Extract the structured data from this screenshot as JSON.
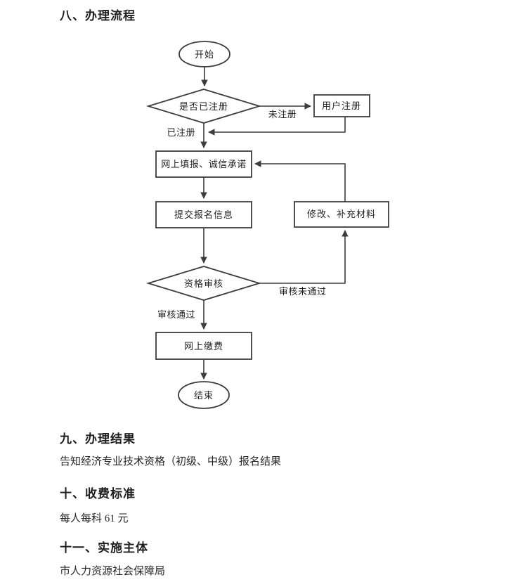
{
  "sections": {
    "s8_title": "八、办理流程",
    "s9_title": "九、办理结果",
    "s9_body": "告知经济专业技术资格（初级、中级）报名结果",
    "s10_title": "十、收费标准",
    "s10_body": "每人每科 61 元",
    "s11_title": "十一、实施主体",
    "s11_body": "市人力资源社会保障局"
  },
  "flowchart": {
    "nodes": {
      "start": "开始",
      "registered_check": "是否已注册",
      "user_register": "用户注册",
      "online_fill": "网上填报、诚信承诺",
      "submit_info": "提交报名信息",
      "modify_materials": "修改、补充材料",
      "qualification_review": "资格审核",
      "online_payment": "网上缴费",
      "end": "结束"
    },
    "edge_labels": {
      "not_registered": "未注册",
      "registered": "已注册",
      "review_failed": "审核未通过",
      "review_passed": "审核通过"
    }
  },
  "colors": {
    "line": "#3c3c3c",
    "text": "#1f1f1f",
    "background": "#ffffff"
  }
}
